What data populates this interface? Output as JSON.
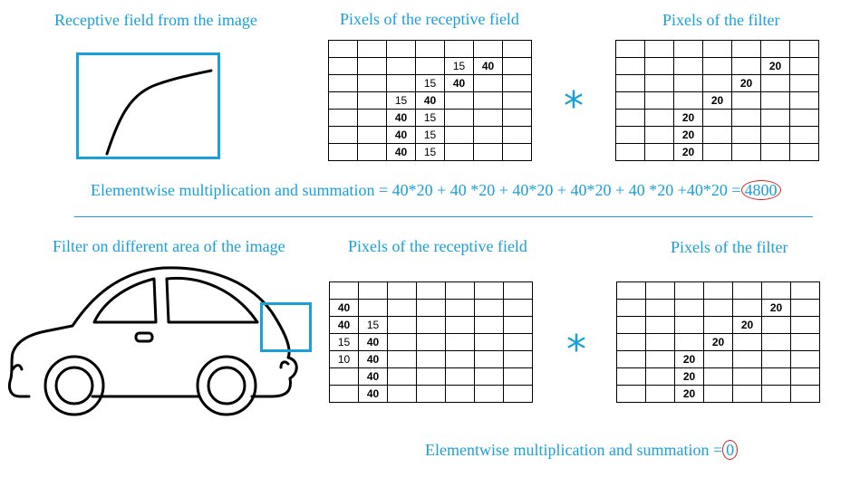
{
  "top": {
    "receptive_title": "Receptive field from the image",
    "pixels_rf_title": "Pixels of the receptive field",
    "pixels_filter_title": "Pixels of the filter",
    "operator": "*",
    "formula_prefix": "Elementwise multiplication and summation = 40*20 + 40 *20 + 40*20 + 40*20 + 40 *20 +40*20 =",
    "result": "4800",
    "rf_grid": [
      [
        "",
        "",
        "",
        "",
        "",
        "",
        ""
      ],
      [
        "",
        "",
        "",
        "",
        "15",
        "40",
        ""
      ],
      [
        "",
        "",
        "",
        "15",
        "40",
        "",
        ""
      ],
      [
        "",
        "",
        "15",
        "40",
        "",
        "",
        ""
      ],
      [
        "",
        "",
        "40",
        "15",
        "",
        "",
        ""
      ],
      [
        "",
        "",
        "40",
        "15",
        "",
        "",
        ""
      ],
      [
        "",
        "",
        "40",
        "15",
        "",
        "",
        ""
      ]
    ],
    "filter_grid": [
      [
        "",
        "",
        "",
        "",
        "",
        "",
        ""
      ],
      [
        "",
        "",
        "",
        "",
        "",
        "20",
        ""
      ],
      [
        "",
        "",
        "",
        "",
        "20",
        "",
        ""
      ],
      [
        "",
        "",
        "",
        "20",
        "",
        "",
        ""
      ],
      [
        "",
        "",
        "20",
        "",
        "",
        "",
        ""
      ],
      [
        "",
        "",
        "20",
        "",
        "",
        "",
        ""
      ],
      [
        "",
        "",
        "20",
        "",
        "",
        "",
        ""
      ]
    ]
  },
  "bottom": {
    "filter_area_title": "Filter on different area of the image",
    "pixels_rf_title": "Pixels of the receptive field",
    "pixels_filter_title": "Pixels of the filter",
    "operator": "*",
    "formula_prefix": "Elementwise multiplication and summation =",
    "result": "0",
    "rf_grid": [
      [
        "",
        "",
        "",
        "",
        "",
        "",
        ""
      ],
      [
        "40",
        "",
        "",
        "",
        "",
        "",
        ""
      ],
      [
        "40",
        "15",
        "",
        "",
        "",
        "",
        ""
      ],
      [
        "15",
        "40",
        "",
        "",
        "",
        "",
        ""
      ],
      [
        "10",
        "40",
        "",
        "",
        "",
        "",
        ""
      ],
      [
        "",
        "40",
        "",
        "",
        "",
        "",
        ""
      ],
      [
        "",
        "40",
        "",
        "",
        "",
        "",
        ""
      ]
    ],
    "filter_grid": [
      [
        "",
        "",
        "",
        "",
        "",
        "",
        ""
      ],
      [
        "",
        "",
        "",
        "",
        "",
        "20",
        ""
      ],
      [
        "",
        "",
        "",
        "",
        "20",
        "",
        ""
      ],
      [
        "",
        "",
        "",
        "20",
        "",
        "",
        ""
      ],
      [
        "",
        "",
        "20",
        "",
        "",
        "",
        ""
      ],
      [
        "",
        "",
        "20",
        "",
        "",
        "",
        ""
      ],
      [
        "",
        "",
        "20",
        "",
        "",
        "",
        ""
      ]
    ]
  },
  "colors": {
    "accent": "#1aa0d8",
    "circle": "#cc2222",
    "ink": "#000000"
  }
}
